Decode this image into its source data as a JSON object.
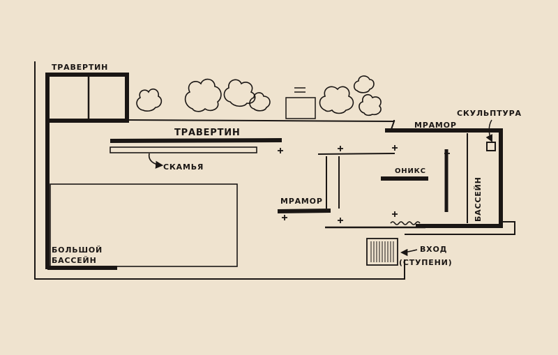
{
  "colors": {
    "paper": "#efe3cf",
    "ink": "#1a1614"
  },
  "labels": {
    "travertine_top": "ТРАВЕРТИН",
    "travertine_mid": "ТРАВЕРТИН",
    "bench": "СКАМЬЯ",
    "marble_left": "МРАМОР",
    "marble_right": "МРАМОР",
    "onyx": "ОНИКС",
    "sculpture": "СКУЛЬПТУРА",
    "small_pool": "БАССЕЙН",
    "big_pool_line1": "БОЛЬШОЙ",
    "big_pool_line2": "БАССЕЙН",
    "entrance_line1": "ВХОД",
    "entrance_line2": "(СТУПЕНИ)"
  },
  "icons": {
    "tree": "tree-icon",
    "column": "column-cross-icon",
    "arrow": "arrow-icon",
    "steps": "steps-icon",
    "sculpture": "sculpture-icon"
  }
}
